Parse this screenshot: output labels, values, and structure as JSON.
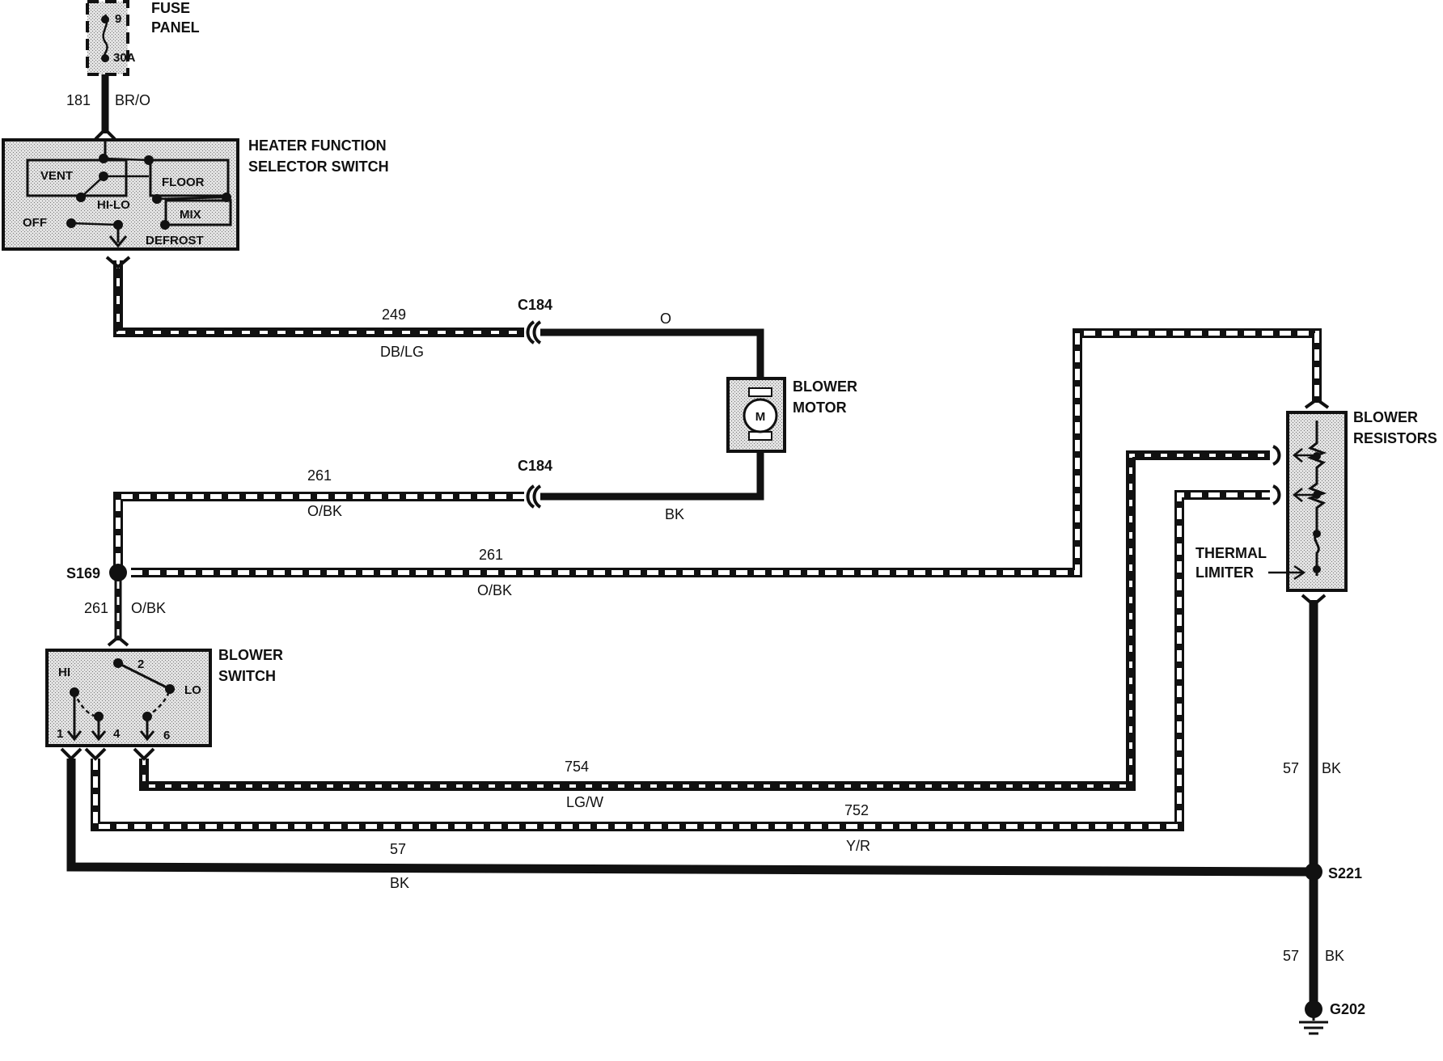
{
  "fuse_panel": {
    "label_line1": "FUSE",
    "label_line2": "PANEL",
    "fuse_number": "9",
    "fuse_rating": "30A"
  },
  "heater_switch": {
    "label_line1": "HEATER FUNCTION",
    "label_line2": "SELECTOR SWITCH",
    "positions": {
      "vent": "VENT",
      "floor": "FLOOR",
      "hilo": "HI-LO",
      "mix": "MIX",
      "off": "OFF",
      "defrost": "DEFROST"
    }
  },
  "blower_motor": {
    "label_line1": "BLOWER",
    "label_line2": "MOTOR",
    "symbol": "M"
  },
  "blower_resistors": {
    "label_line1": "BLOWER",
    "label_line2": "RESISTORS"
  },
  "thermal_limiter": {
    "label_line1": "THERMAL",
    "label_line2": "LIMITER"
  },
  "blower_switch": {
    "label_line1": "BLOWER",
    "label_line2": "SWITCH",
    "positions": {
      "hi": "HI",
      "lo": "LO",
      "p1": "1",
      "p2": "2",
      "p4": "4",
      "p6": "6"
    }
  },
  "connectors": {
    "c184_upper": "C184",
    "c184_lower": "C184"
  },
  "splices": {
    "s169": "S169",
    "s221": "S221"
  },
  "ground": {
    "g202": "G202"
  },
  "wires": {
    "w181": {
      "circuit": "181",
      "color": "BR/O"
    },
    "w249": {
      "circuit": "249",
      "color": "DB/LG"
    },
    "w_o": {
      "color": "O"
    },
    "w261_top": {
      "circuit": "261",
      "color": "O/BK"
    },
    "w_bk_motor": {
      "color": "BK"
    },
    "w261_mid": {
      "circuit": "261",
      "color": "O/BK"
    },
    "w261_down": {
      "circuit": "261",
      "color": "O/BK"
    },
    "w754": {
      "circuit": "754",
      "color": "LG/W"
    },
    "w752": {
      "circuit": "752",
      "color": "Y/R"
    },
    "w57_bottom": {
      "circuit": "57",
      "color": "BK"
    },
    "w57_right": {
      "circuit": "57",
      "color": "BK"
    },
    "w57_ground": {
      "circuit": "57",
      "color": "BK"
    }
  }
}
